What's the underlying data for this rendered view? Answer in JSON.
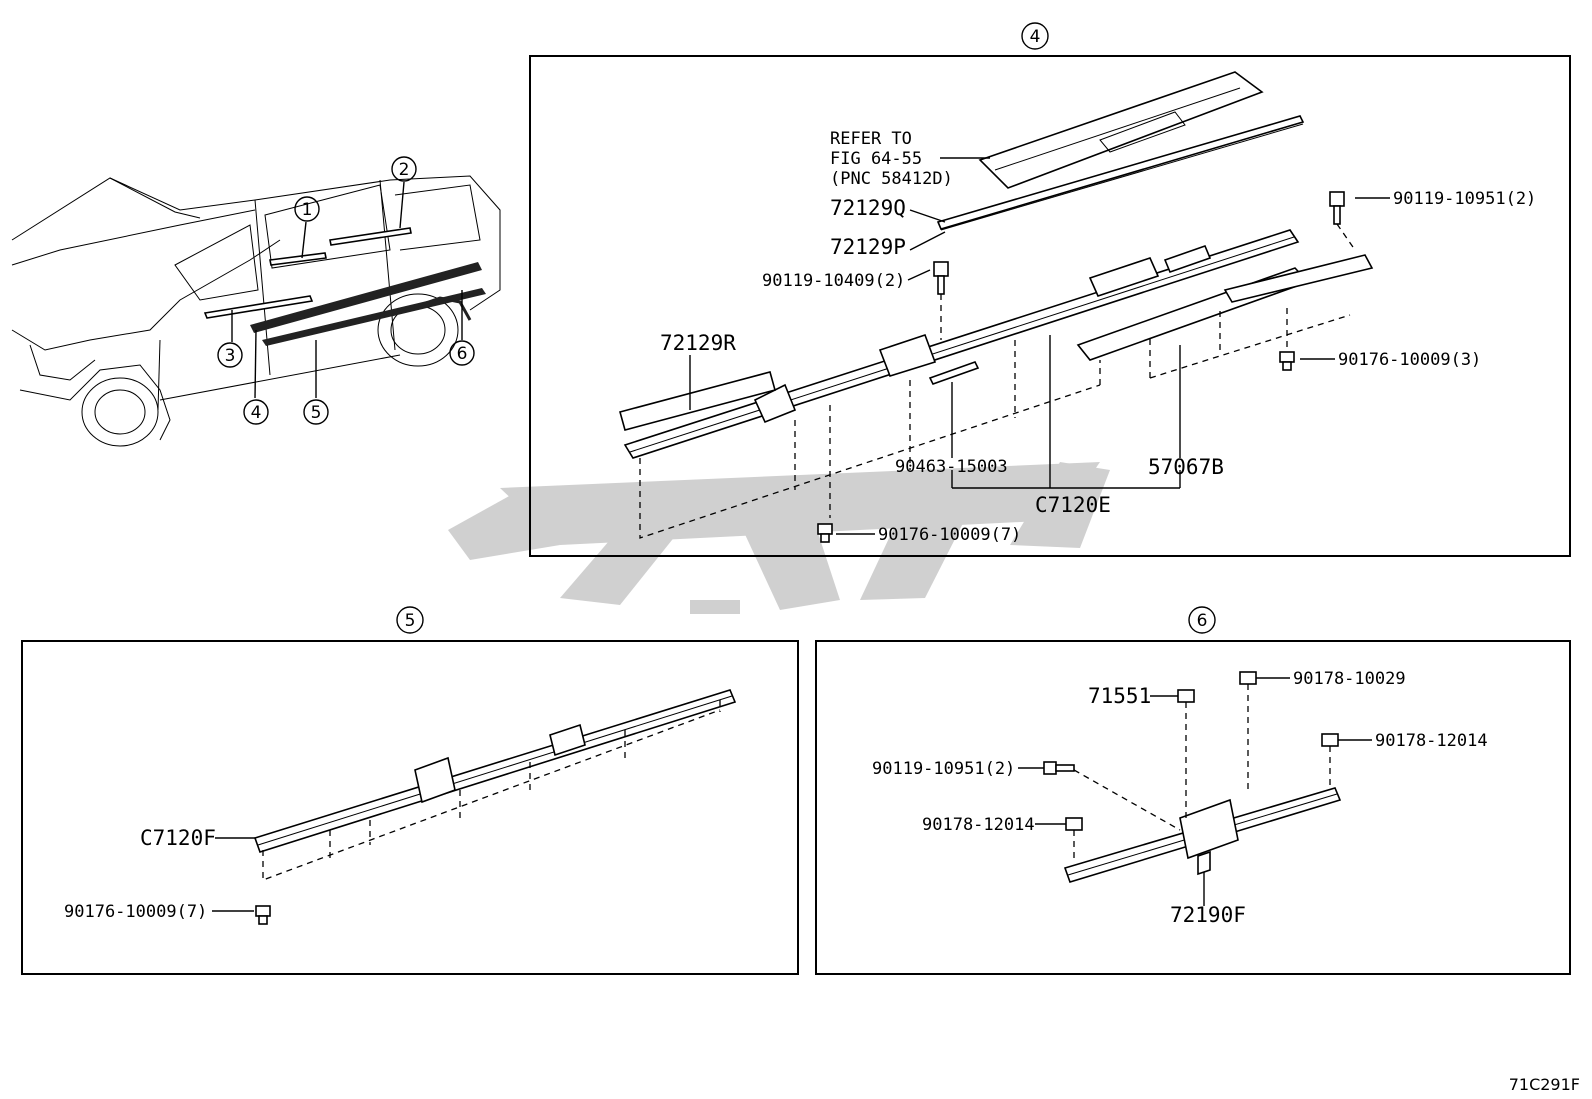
{
  "watermark": {
    "color": "#c8c8c8"
  },
  "overview": {
    "callouts": [
      "1",
      "2",
      "3",
      "4",
      "5",
      "6"
    ]
  },
  "panel4": {
    "number": "4",
    "refer": [
      "REFER TO",
      "FIG 64-55",
      "(PNC 58412D)"
    ],
    "labels": {
      "p72129Q": "72129Q",
      "p72129P": "72129P",
      "p90119_10409": "90119-10409(2)",
      "p72129R": "72129R",
      "p90463": "90463-15003",
      "p57067B": "57067B",
      "pC7120E": "C7120E",
      "p90176_7": "90176-10009(7)",
      "p90119_10951": "90119-10951(2)",
      "p90176_3": "90176-10009(3)"
    }
  },
  "panel5": {
    "number": "5",
    "labels": {
      "pC7120F": "C7120F",
      "p90176_7": "90176-10009(7)"
    }
  },
  "panel6": {
    "number": "6",
    "labels": {
      "p71551": "71551",
      "p90178_10029": "90178-10029",
      "p90178_12014a": "90178-12014",
      "p90119_10951": "90119-10951(2)",
      "p90178_12014b": "90178-12014",
      "p72190F": "72190F"
    }
  },
  "footer": {
    "code": "71C291F"
  }
}
